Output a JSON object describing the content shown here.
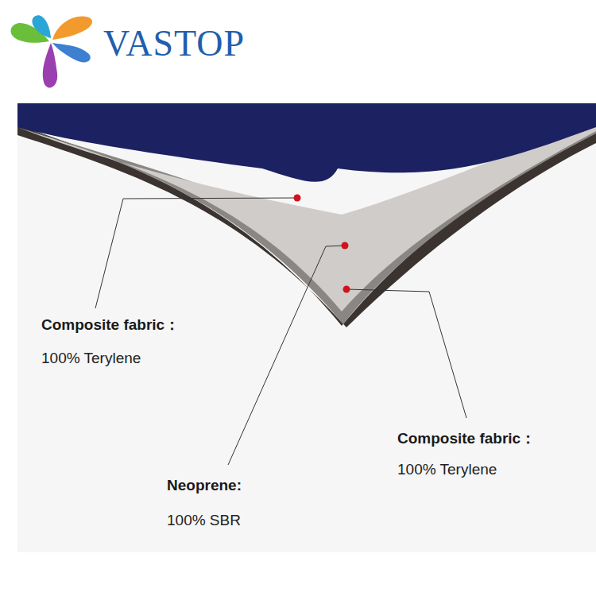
{
  "diagram": {
    "labels": [
      "VASTOP",
      "Composite fabric：",
      "100% Terylene",
      "Neoprene:",
      "100% SBR",
      "Composite fabric：",
      "100% Terylene"
    ]
  }
}
